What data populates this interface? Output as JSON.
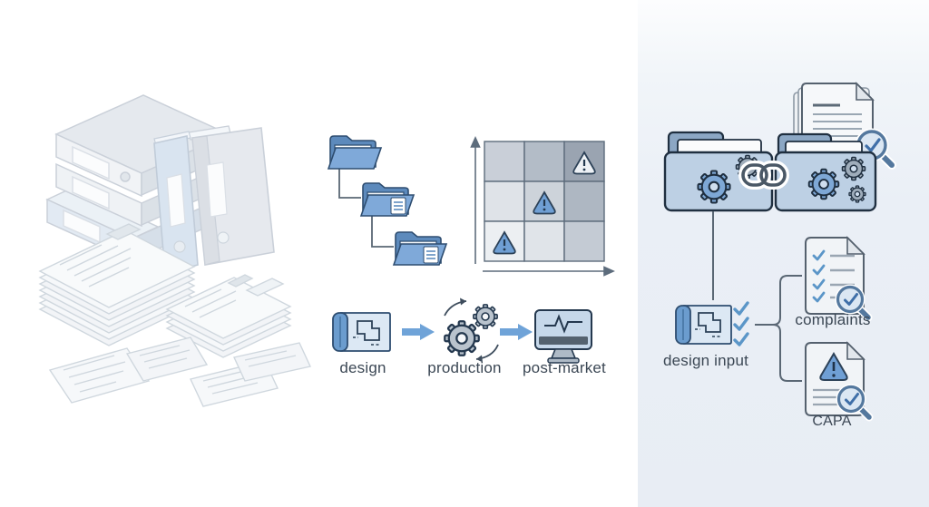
{
  "middle_panel": {
    "folder_tree": {
      "folder_count": 3
    },
    "risk_matrix": {
      "rows": 3,
      "cols": 3,
      "warning_cells": [
        {
          "row": 0,
          "col": 2,
          "style": "light"
        },
        {
          "row": 1,
          "col": 1,
          "style": "blue"
        },
        {
          "row": 2,
          "col": 0,
          "style": "blue"
        }
      ],
      "cell_colors": [
        [
          "#c9cfd8",
          "#b3bcc7",
          "#9aa4b1"
        ],
        [
          "#dfe3e8",
          "#cdd3da",
          "#aeb7c2"
        ],
        [
          "#eceff2",
          "#e0e4e9",
          "#c4cbd4"
        ]
      ]
    },
    "flow": {
      "steps": [
        {
          "label": "design",
          "icon": "blueprint-scroll-icon"
        },
        {
          "label": "production",
          "icon": "gears-icon"
        },
        {
          "label": "post-market",
          "icon": "monitor-pulse-icon"
        }
      ]
    }
  },
  "right_panel": {
    "design_input_label": "design input",
    "complaints_label": "complaints",
    "capa_label": "CAPA",
    "checkmark_count": 3
  },
  "colors": {
    "accent_blue": "#6fa3d8",
    "folder_blue": "#7fa9d9",
    "panel_folder_blue": "#bdd0e4",
    "panel_bg": "#e9eef5",
    "outline_dark": "#2e4d70",
    "label_text": "#3b4754",
    "muted_line": "#9aa6b2"
  }
}
